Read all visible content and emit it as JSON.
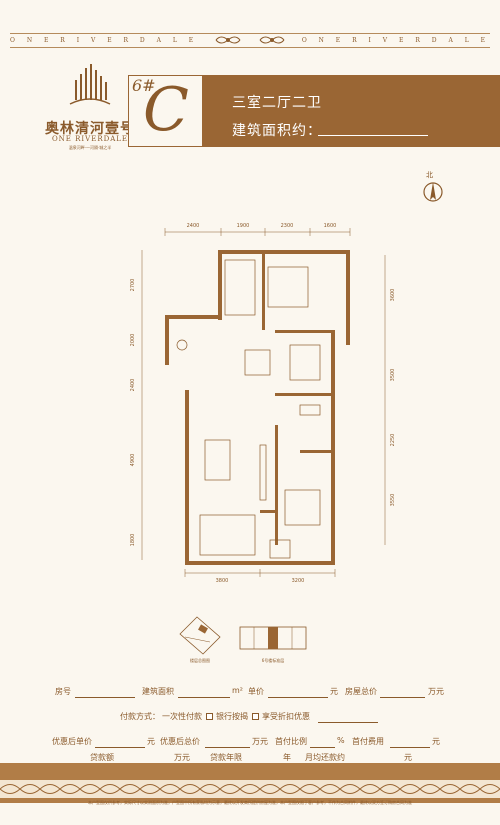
{
  "header": {
    "brand_band_left": "O N E   R I V E R D A L E",
    "brand_band_right": "O N E   R I V E R D A L E"
  },
  "logo": {
    "name_cn": "奥林清河壹号",
    "name_en": "ONE RIVERDALE",
    "tagline": "温泉河畔·一河隔·城之半"
  },
  "unit": {
    "building": "6#",
    "type_letter": "C",
    "layout": "三室二厅二卫",
    "area_label": "建筑面积约："
  },
  "compass": {
    "label": "北"
  },
  "plan": {
    "top_dims": [
      "2400",
      "1900",
      "2300",
      "1600"
    ],
    "bottom_dims": [
      "3800",
      "3200"
    ],
    "left_dims": [
      "2700",
      "2000",
      "2400",
      "4900",
      "1800"
    ],
    "right_dims": [
      "3600",
      "3500",
      "2250",
      "3550"
    ]
  },
  "thumbnails": {
    "site_caption": "楼层总图图",
    "building_caption": "6号楼标准层"
  },
  "form": {
    "r1": {
      "room_no": "房号",
      "area": "建筑面积",
      "unit_m2": "m²",
      "unit_price": "单价",
      "yuan1": "元",
      "total": "房屋总价",
      "yuan2": "万元"
    },
    "r2": {
      "payment": "付款方式：",
      "opt1": "一次性付款",
      "opt2": "银行按揭",
      "opt3": "享受折扣优惠"
    },
    "r3": {
      "disc_unit": "优惠后单价",
      "yuan1": "元",
      "disc_total": "优惠后总价",
      "wan": "万元",
      "first_ratio": "首付比例",
      "pct": "%",
      "first_fee": "首付费用",
      "yuan2": "元"
    },
    "r4": {
      "loan": "贷款额",
      "wan": "万元",
      "years": "贷款年限",
      "year": "年",
      "monthly": "月均还款约",
      "yuan": "元"
    }
  },
  "footer": {
    "note": "本户型图仅供参考，实际尺寸以实测面积为准，户型图中所有家私均为示意，最终以开发商所提供房屋为准，本户型图仅限于客户参考，不作为合同附件，最终以双方签订购房合同为准"
  },
  "colors": {
    "brand": "#9a6634",
    "ink": "#8a5a2b",
    "paper": "#fbf7ef"
  }
}
